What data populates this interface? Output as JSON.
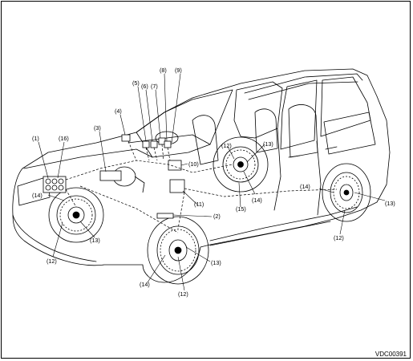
{
  "figure": {
    "reference_code": "VDC00391",
    "callouts": [
      {
        "id": "c1",
        "text": "(1)"
      },
      {
        "id": "c16",
        "text": "(16)"
      },
      {
        "id": "c14a",
        "text": "(14)"
      },
      {
        "id": "c12a",
        "text": "(12)"
      },
      {
        "id": "c13a",
        "text": "(13)"
      },
      {
        "id": "c3",
        "text": "(3)"
      },
      {
        "id": "c4",
        "text": "(4)"
      },
      {
        "id": "c5",
        "text": "(5)"
      },
      {
        "id": "c6",
        "text": "(6)"
      },
      {
        "id": "c7",
        "text": "(7)"
      },
      {
        "id": "c8",
        "text": "(8)"
      },
      {
        "id": "c9",
        "text": "(9)"
      },
      {
        "id": "c10",
        "text": "(10)"
      },
      {
        "id": "c11",
        "text": "(11)"
      },
      {
        "id": "c2",
        "text": "(2)"
      },
      {
        "id": "c14b",
        "text": "(14)"
      },
      {
        "id": "c12b",
        "text": "(12)"
      },
      {
        "id": "c13b",
        "text": "(13)"
      },
      {
        "id": "c12c",
        "text": "(12)"
      },
      {
        "id": "c13c",
        "text": "(13)"
      },
      {
        "id": "c14c",
        "text": "(14)"
      },
      {
        "id": "c15",
        "text": "(15)"
      },
      {
        "id": "c14d",
        "text": "(14)"
      },
      {
        "id": "c13d",
        "text": "(13)"
      },
      {
        "id": "c12d",
        "text": "(12)"
      }
    ]
  }
}
